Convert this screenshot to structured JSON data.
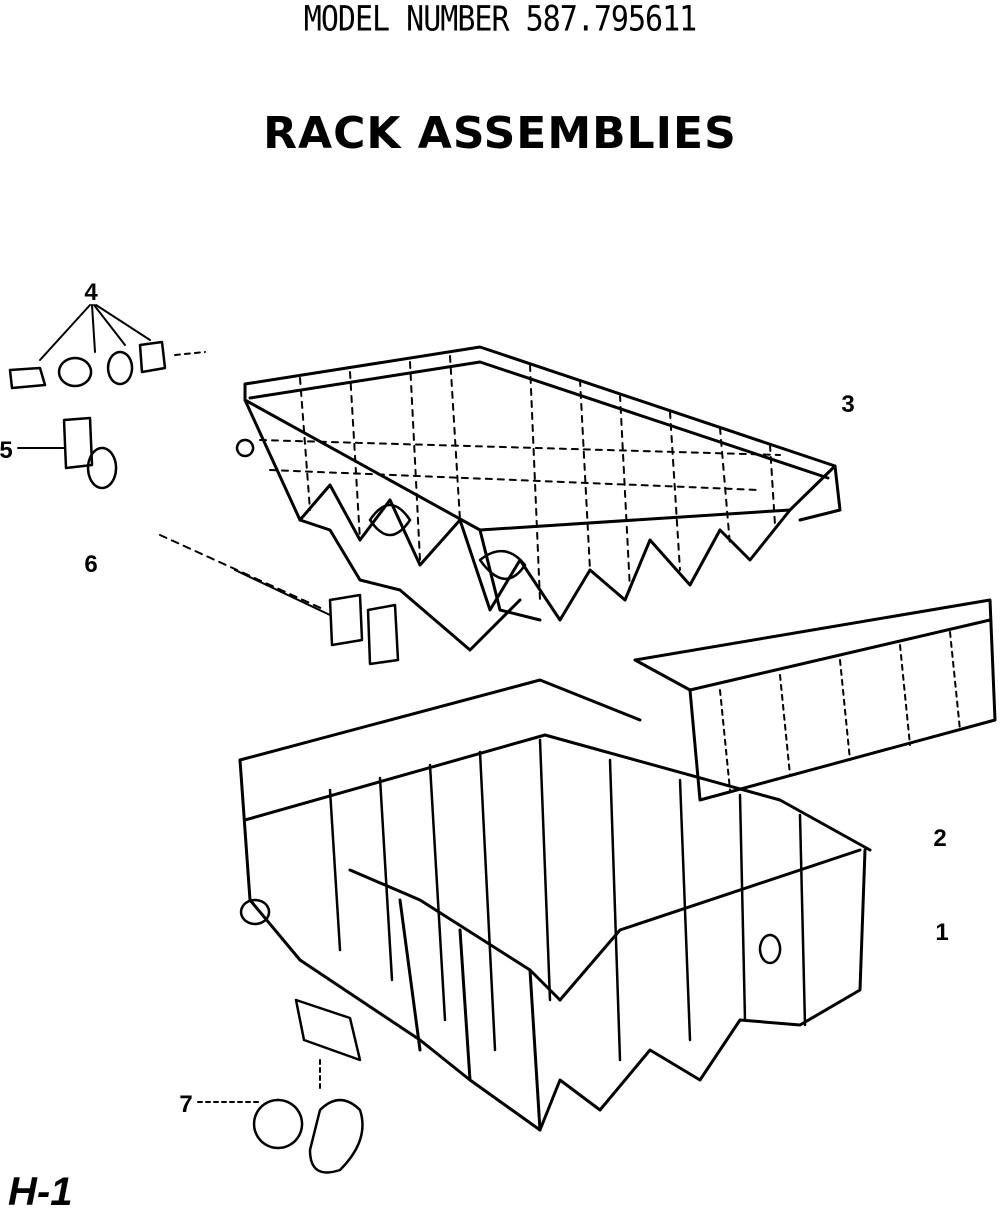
{
  "header": {
    "model_number": "MODEL NUMBER 587.795611",
    "title": "RACK ASSEMBLIES"
  },
  "callouts": [
    "1",
    "2",
    "3",
    "4",
    "5",
    "6",
    "7"
  ],
  "page_code": "H-1"
}
